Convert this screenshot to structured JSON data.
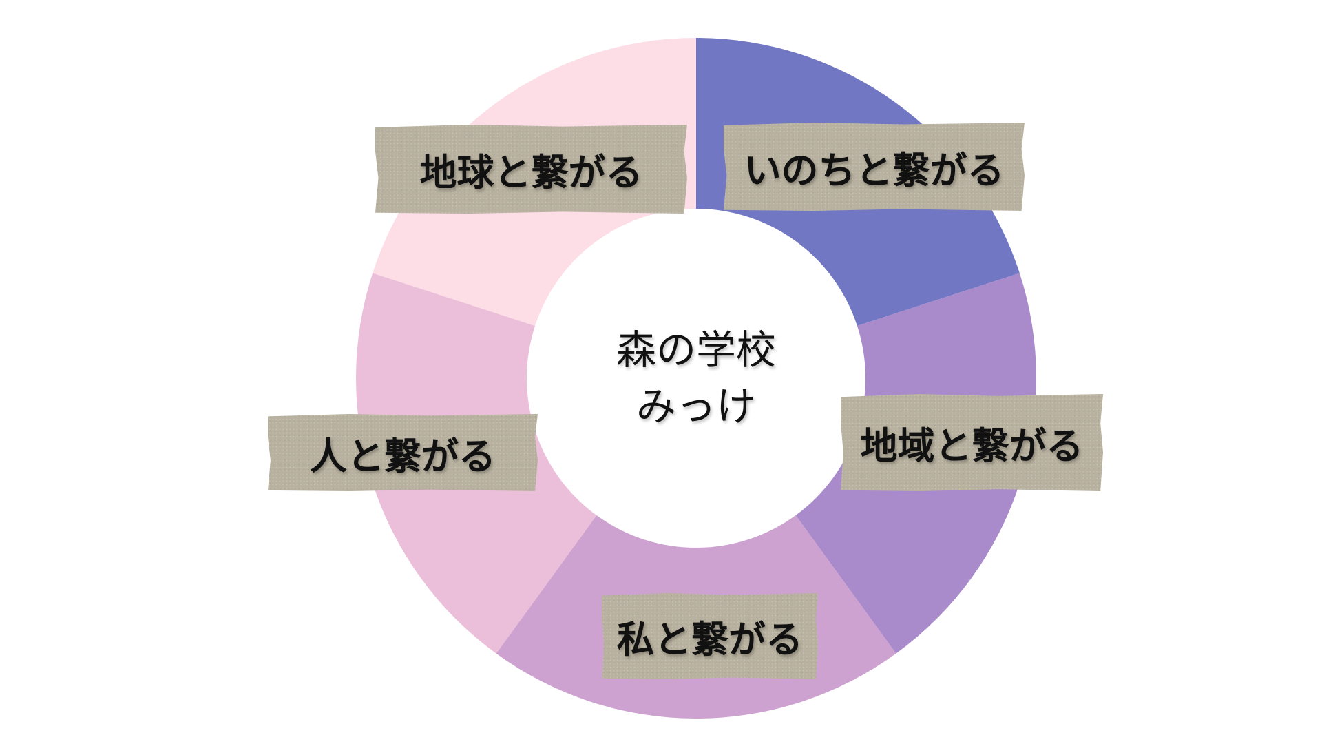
{
  "center": {
    "line1": "森の学校",
    "line2": "みっけ"
  },
  "segments": [
    {
      "label": "いのちと繋がる",
      "value": 1,
      "color": "#7177c2"
    },
    {
      "label": "地域と繋がる",
      "value": 1,
      "color": "#a98bcb"
    },
    {
      "label": "私と繋がる",
      "value": 1,
      "color": "#cda2d0"
    },
    {
      "label": "人と繋がる",
      "value": 1,
      "color": "#ebbfd9"
    },
    {
      "label": "地球と繋がる",
      "value": 1,
      "color": "#fddde6"
    }
  ],
  "tape_color": "#b8b19f"
}
